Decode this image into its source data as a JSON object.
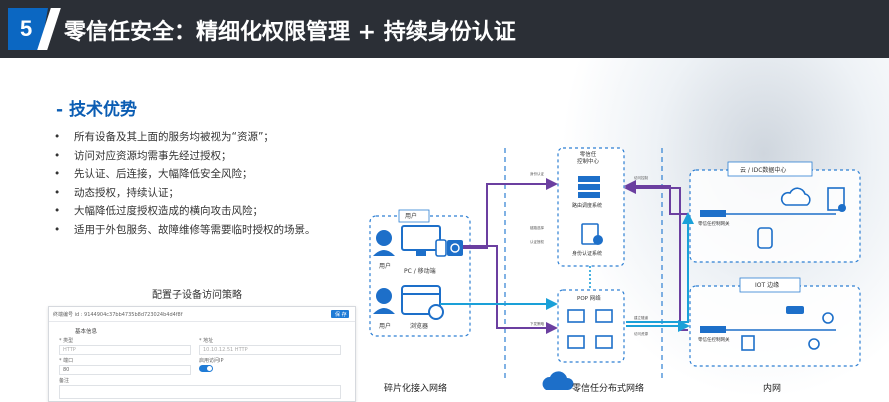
{
  "header": {
    "number": "5",
    "title": "零信任安全：精细化权限管理 + 持续身份认证"
  },
  "advantages": {
    "heading": "- 技术优势",
    "items": [
      "所有设备及其上面的服务均被视为“资源”；",
      "访问对应资源均需事先经过授权；",
      "先认证、后连接，大幅降低安全风险；",
      "动态授权，持续认证；",
      "大幅降低过度授权造成的横向攻击风险；",
      "适用于外包服务、故障维修等需要临时授权的场景。"
    ]
  },
  "config": {
    "title": "配置子设备访问策略",
    "form": {
      "top_label": "终端编号 id : 9144904c37bb4735b8d723024b4d4f8f",
      "button": "保 存",
      "section": "基本信息",
      "protocol_label": "* 类型",
      "protocol_value": "HTTP",
      "address_label": "* 地址",
      "address_value": "10.10.12.51 HTTP",
      "port_label": "* 端口",
      "port_value": "80",
      "enable_label": "启用访问IP",
      "remark_label": "备注"
    }
  },
  "diagram": {
    "users_box_title": "用户",
    "user_label_1": "用户",
    "user_label_2": "用户",
    "pc_label": "PC / 移动端",
    "browser_label": "浏览器",
    "ztc_title": "零信任\n控制中心",
    "sched_label": "路由调度系统",
    "auth_label": "身份认证系统",
    "pop_label": "POP 网络",
    "cloud_title": "云 / IDC数据中心",
    "iot_title": "IOT 边缘",
    "gw_label_1": "零信任控制网关",
    "gw_label_2": "零信任控制网关",
    "zone_frag": "碎片化接入网络",
    "zone_zt": "零信任分布式网络",
    "zone_intra": "内网",
    "tiny_labels": [
      "身份认证",
      "链路选择",
      "认证授权",
      "下发策略",
      "访问控制",
      "建立隧道",
      "访问资源"
    ]
  },
  "colors": {
    "header_bg": "#2b2f36",
    "accent_blue": "#0b67c2",
    "purple_line": "#6b3fa0",
    "cyan_line": "#1aa0d8",
    "dash_blue": "#2d7fd3"
  }
}
